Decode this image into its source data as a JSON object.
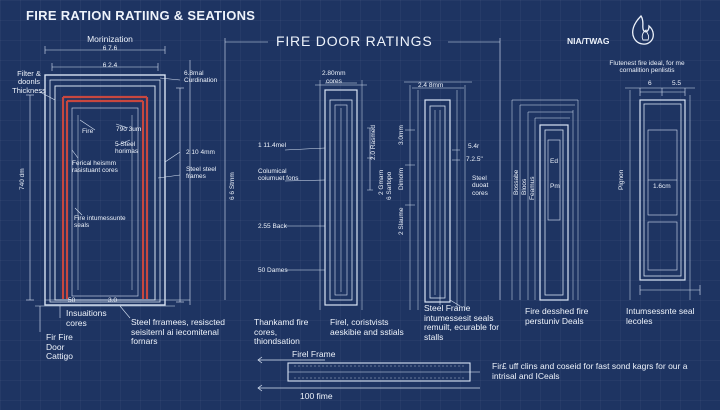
{
  "title": "FIRE RATION RATIING & SEATIONS",
  "center_title": "FIRE DOOR RATINGS",
  "brand": "NIA/TWAG",
  "logo_icon": "flame-icon",
  "colors": {
    "background": "#1e3462",
    "line": "#d8e3f3",
    "seal_red": "#c8473f",
    "text": "#eef3fb"
  },
  "left": {
    "top_label": "Morinization",
    "top_dim_outer": "6 7.6",
    "top_dim_inner": "6 2.4",
    "filter_label": "Filter & doonls Thickness",
    "right_corner_label": "6.8mal Curdination",
    "fire_label": "Fire",
    "seal_label": "79o 3um",
    "steel_hormas_label": "5 Steel horimas",
    "ferical_label": "Ferical heismm rasistuant cores",
    "fire_seals_label": "Fire intumessunte seals",
    "height_dim": "2 10 4mm",
    "steel_frames_label": "Steel steel frames",
    "side_dim": "740 dm",
    "bottom_dim_left": "50",
    "bottom_dim_right": "3.0",
    "insulation_label": "Insuaitions cores",
    "door_category_label": "Fir Fire Door Cattigo",
    "steel_framess_label": "Steel frramees, resiscted seisiternl ai iecomitenal fornars"
  },
  "middle": {
    "vertical_dim": "6 6 Stmm",
    "d2_top_dim": "2.80mm",
    "d2_top_dim_label": "cores",
    "d2_side_dim_a": "2.0 Rasmed",
    "d2_side_dim_b": "2 Gmarn",
    "d2_side_dim_c": "6 Sartopo",
    "d2_callouts": [
      "1 11.4mel",
      "Columical coiumuet fons",
      "2.55 Back",
      "50 Dames"
    ],
    "d2_caption_a": "Thankamd fire cores, thiondsation",
    "d2_caption_b": "Firel, coristvists aeskibie and sstials",
    "d3_top_dim": "2.4 8mm",
    "d3_left_dims": [
      "3.0mm",
      "Dimolm",
      "2 Slaume"
    ],
    "d3_right_dims": [
      "5.4r",
      "7.2.5\"",
      "Steel duoat cores"
    ],
    "d3_caption": "Steel Frame intumessesit seals remuilt, ecurable for stalls"
  },
  "right": {
    "flame_caption": "Flutenest fire ideal, for me cornalition penlistis",
    "d4_dims": [
      "Bossabe",
      "Bloos",
      "Feamus"
    ],
    "d4_labels": [
      "Ed",
      "Pm"
    ],
    "d4_caption": "Fire desshed fire perstuniv Deals",
    "d5_top_dims": [
      "6",
      "5.5"
    ],
    "d5_side_label": "Pignon",
    "d5_panel_label": "1.6cm",
    "d5_caption": "Intumsessnte seal lecoles"
  },
  "bottom": {
    "frame_label": "Firel Frame",
    "length_label": "100 fime",
    "note": "Fir£ uff clins and coseid for fast sond kagrs for our a intrisal and ICeals"
  }
}
